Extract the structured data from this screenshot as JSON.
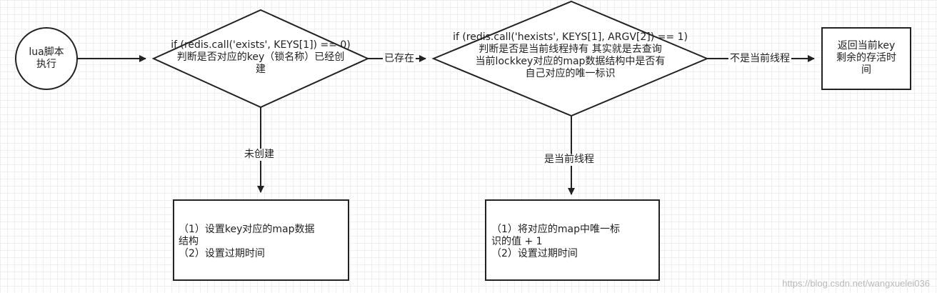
{
  "nodes": {
    "start": {
      "text": "lua脚本\n执行"
    },
    "check_exists": {
      "text": "if (redis.call('exists', KEYS[1]) == 0)\n判断是否对应的key（锁名称）已经创\n建"
    },
    "check_hexists": {
      "text": "if (redis.call('hexists', KEYS[1], ARGV[2]) == 1)\n判断是否是当前线程持有 其实就是去查询\n当前lockkey对应的map数据结构中是否有\n自己对应的唯一标识"
    },
    "return_ttl": {
      "text": "返回当前key\n剩余的存活时\n间"
    },
    "create_lock": {
      "text": "（1）设置key对应的map数据\n结构\n（2）设置过期时间"
    },
    "reentrant": {
      "text": "（1）将对应的map中唯一标\n识的值 + 1\n（2）设置过期时间"
    }
  },
  "edges": {
    "exists_yes": "已存在",
    "exists_no": "未创建",
    "not_current_thread": "不是当前线程",
    "is_current_thread": "是当前线程"
  },
  "watermark": "https://blog.csdn.net/wangxuelei036",
  "colors": {
    "stroke": "#222222",
    "fill": "#ffffff",
    "text": "#222222"
  }
}
